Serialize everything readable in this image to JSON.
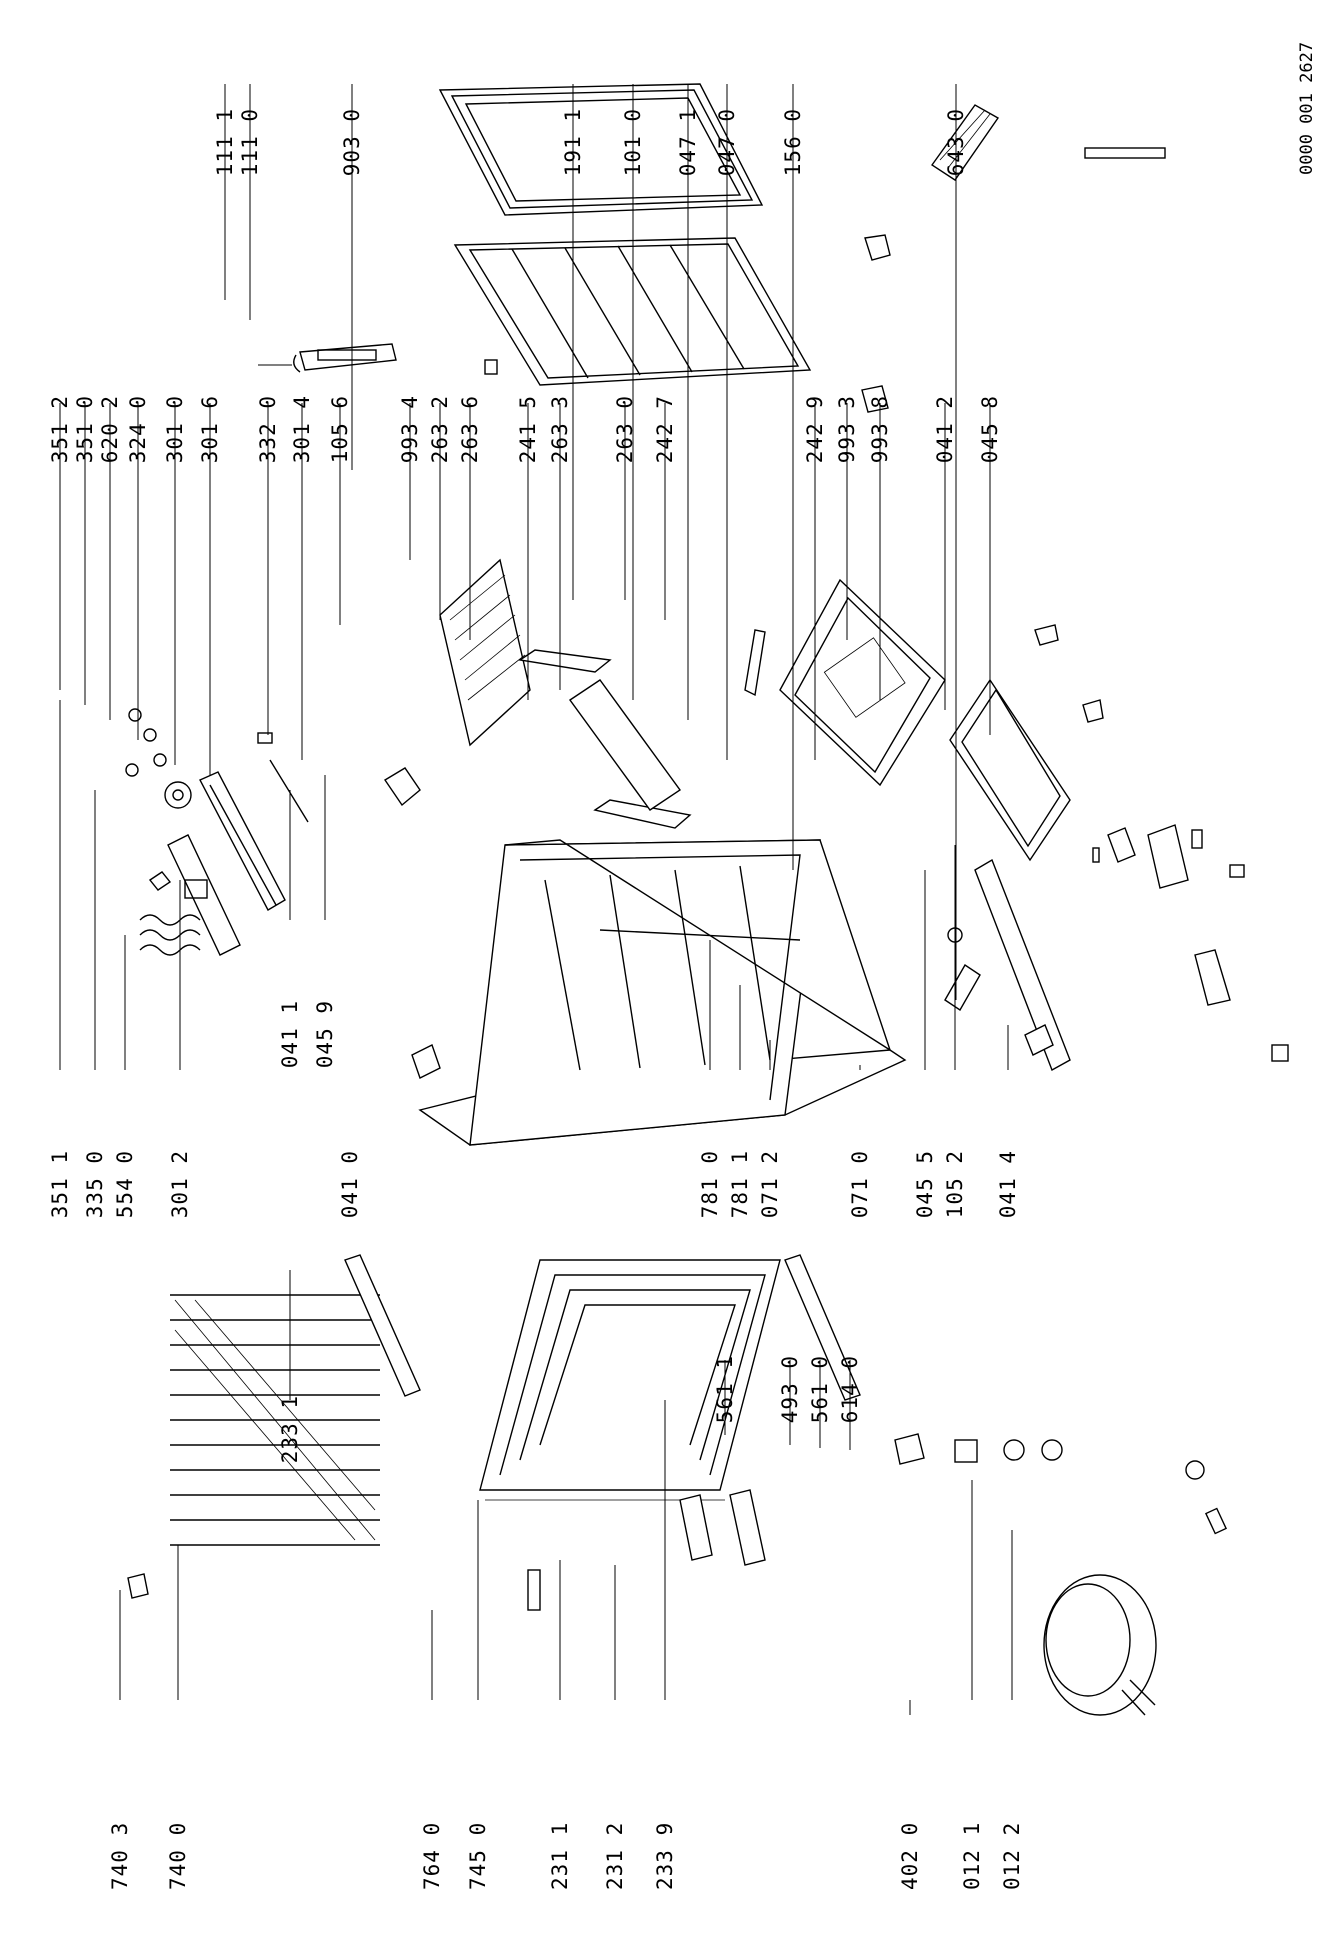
{
  "diagram": {
    "reference_code": "0000 001 2627",
    "callouts_bottom_row": [
      "740 3",
      "740 0",
      "764 0",
      "745 0",
      "231 1",
      "231 2",
      "233 9",
      "402 0",
      "012 1",
      "012 2"
    ],
    "callouts_middle_row": [
      "351 1",
      "335 0",
      "554 0",
      "301 2",
      "041 0",
      "781 0",
      "781 1",
      "071 2",
      "071 0",
      "045 5",
      "105 2",
      "041 4"
    ],
    "callouts_middle_upper": [
      "041 1",
      "045 9",
      "233 1",
      "561 1",
      "493 0",
      "561 0",
      "614 0"
    ],
    "callouts_upper_row": [
      "351 2",
      "351 0",
      "620 2",
      "324 0",
      "301 0",
      "301 6",
      "332 0",
      "301 4",
      "105 6",
      "993 4",
      "263 2",
      "263 6",
      "241 5",
      "263 3",
      "263 0",
      "242 7",
      "242 9",
      "993 3",
      "993 8",
      "041 2",
      "045 8"
    ],
    "callouts_top_row": [
      "111 1",
      "111 0",
      "903 0",
      "191 1",
      "101 0",
      "047 1",
      "047 0",
      "156 0",
      "643 0"
    ]
  }
}
